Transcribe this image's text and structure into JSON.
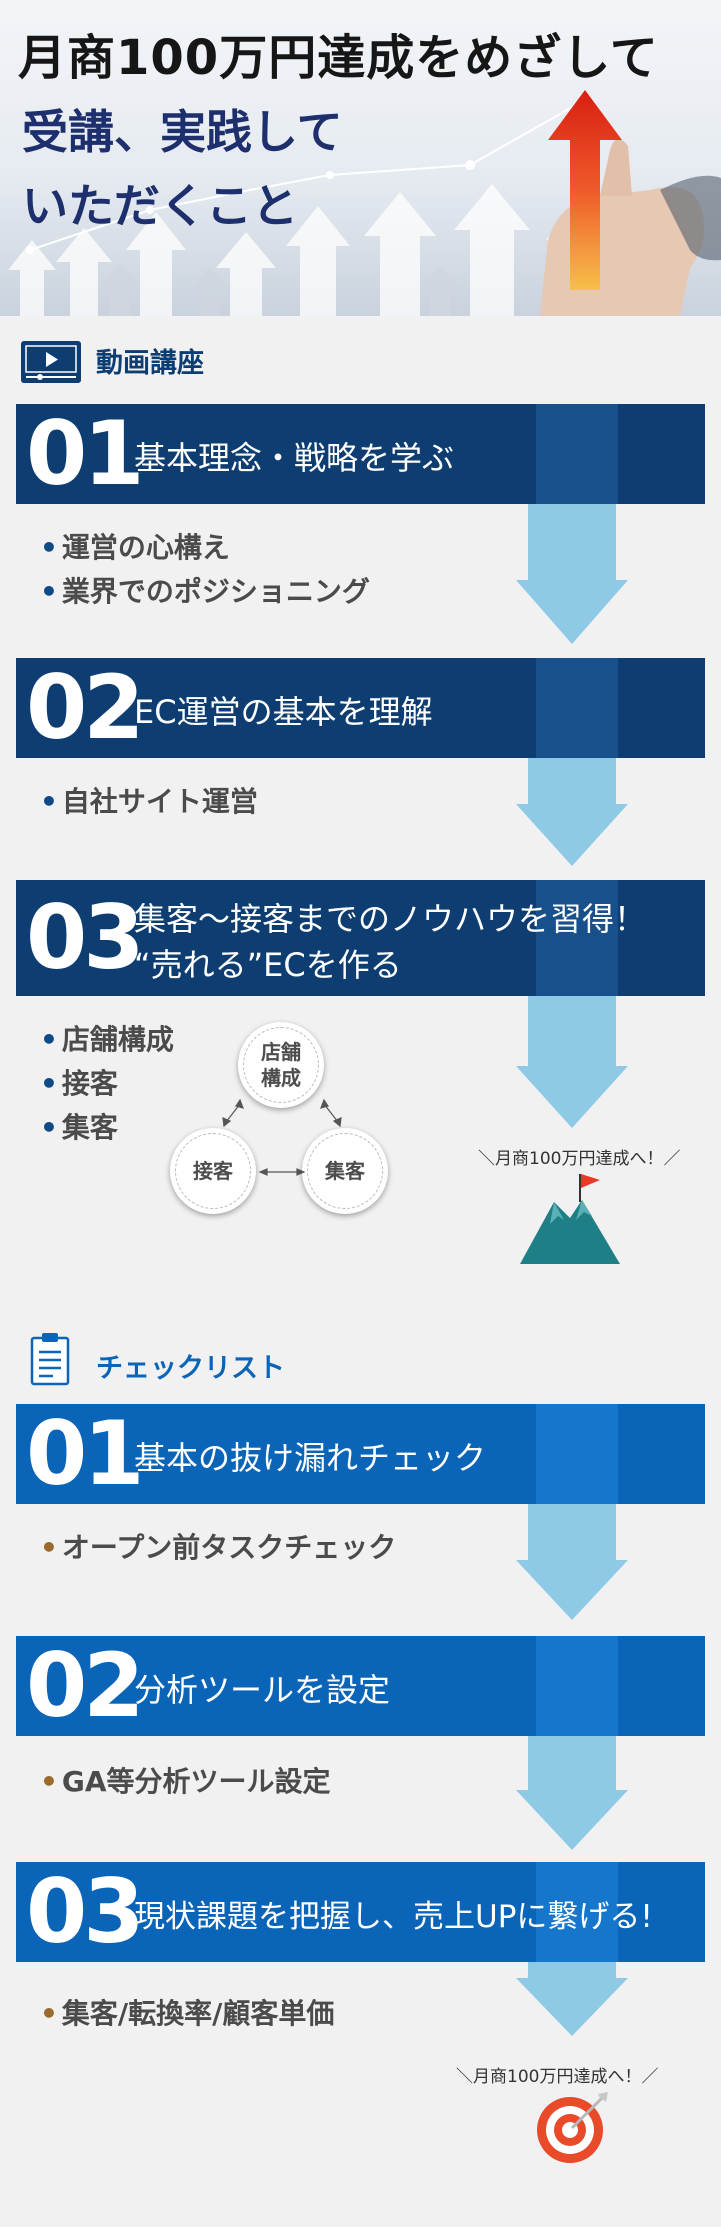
{
  "hero": {
    "title_line1": "月商100万円達成をめざして",
    "title_line2": "受講、実践して\nいただくこと"
  },
  "video_section": {
    "heading": "動画講座",
    "icon": "video-player-icon",
    "steps": [
      {
        "num": "01",
        "title": "基本理念・戦略を学ぶ",
        "bullets": [
          "運営の心構え",
          "業界でのポジショニング"
        ]
      },
      {
        "num": "02",
        "title": "EC運営の基本を理解",
        "bullets": [
          "自社サイト運営"
        ]
      },
      {
        "num": "03",
        "title_line1": "集客〜接客までのノウハウを習得！",
        "title_line2": "“売れる”ECを作る",
        "bullets": [
          "店舗構成",
          "接客",
          "集客"
        ]
      }
    ],
    "cycle": [
      "店舗\n構成",
      "接客",
      "集客"
    ],
    "goal": "＼月商100万円達成へ！／",
    "goal_icon": "mountain-flag-icon"
  },
  "checklist_section": {
    "heading": "チェックリスト",
    "icon": "clipboard-icon",
    "steps": [
      {
        "num": "01",
        "title": "基本の抜け漏れチェック",
        "bullets": [
          "オープン前タスクチェック"
        ]
      },
      {
        "num": "02",
        "title": "分析ツールを設定",
        "bullets": [
          "GA等分析ツール設定"
        ]
      },
      {
        "num": "03",
        "title": "現状課題を把握し、売上UPに繋げる!",
        "bullets": [
          "集客/転換率/顧客単価"
        ]
      }
    ],
    "goal": "＼月商100万円達成へ！／",
    "goal_icon": "target-arrow-icon"
  },
  "colors": {
    "dark_navy": "#0e3e71",
    "blue": "#0a64b7",
    "arrow": "#8ec9e6",
    "hero_arrow": "#e8341f"
  }
}
